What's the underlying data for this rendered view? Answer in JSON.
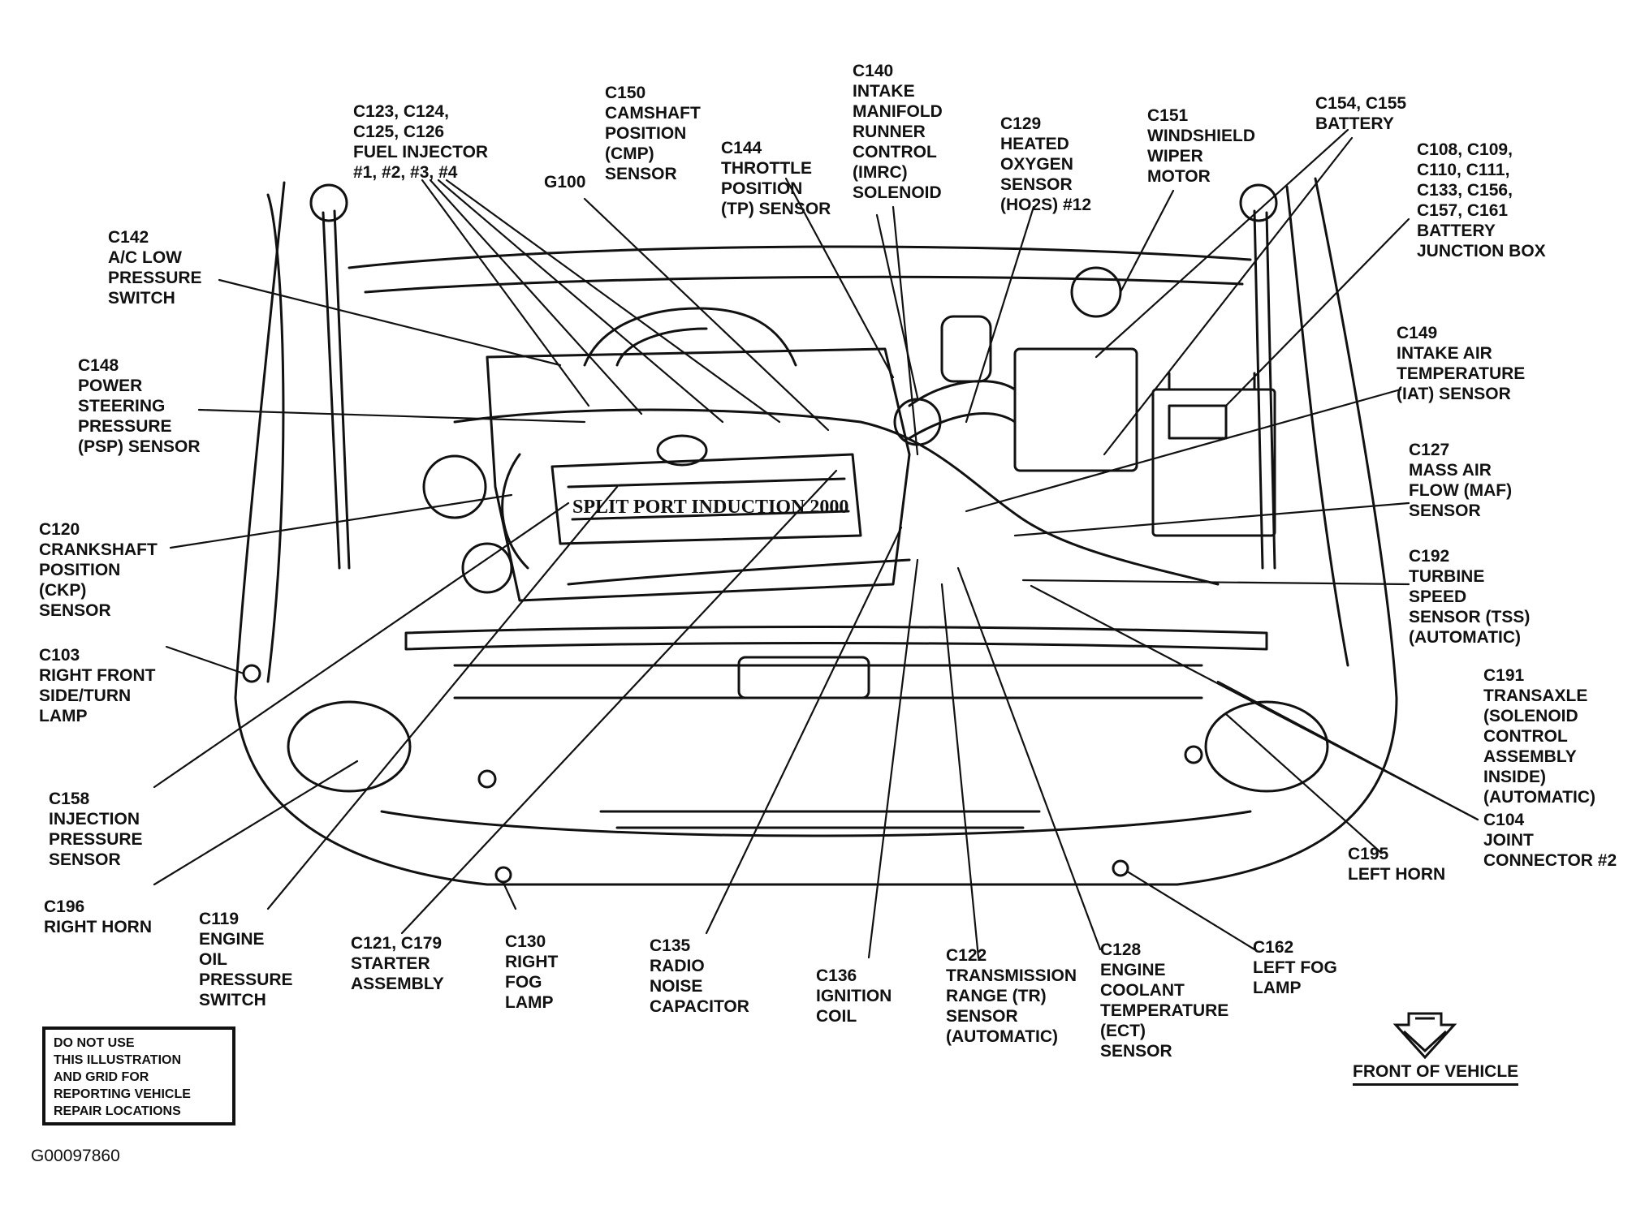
{
  "labels": {
    "c123": [
      "C123, C124,",
      "C125, C126",
      "FUEL INJECTOR",
      "#1, #2, #3, #4"
    ],
    "c150": [
      "C150",
      "CAMSHAFT",
      "POSITION",
      "(CMP)",
      "SENSOR"
    ],
    "g100": [
      "G100"
    ],
    "c144": [
      "C144",
      "THROTTLE",
      "POSITION",
      "(TP) SENSOR"
    ],
    "c140": [
      "C140",
      "INTAKE",
      "MANIFOLD",
      "RUNNER",
      "CONTROL",
      "(IMRC)",
      "SOLENOID"
    ],
    "c129": [
      "C129",
      "HEATED",
      "OXYGEN",
      "SENSOR",
      "(HO2S) #12"
    ],
    "c151": [
      "C151",
      "WINDSHIELD",
      "WIPER",
      "MOTOR"
    ],
    "c154": [
      "C154, C155",
      "BATTERY"
    ],
    "c108": [
      "C108, C109,",
      "C110, C111,",
      "C133, C156,",
      "C157, C161",
      "BATTERY",
      "JUNCTION BOX"
    ],
    "c142": [
      "C142",
      "A/C LOW",
      "PRESSURE",
      "SWITCH"
    ],
    "c148": [
      "C148",
      "POWER",
      "STEERING",
      "PRESSURE",
      "(PSP) SENSOR"
    ],
    "c149": [
      "C149",
      "INTAKE AIR",
      "TEMPERATURE",
      "(IAT) SENSOR"
    ],
    "c127": [
      "C127",
      "MASS AIR",
      "FLOW (MAF)",
      "SENSOR"
    ],
    "c120": [
      "C120",
      "CRANKSHAFT",
      "POSITION",
      "(CKP)",
      "SENSOR"
    ],
    "c192": [
      "C192",
      "TURBINE",
      "SPEED",
      "SENSOR (TSS)",
      "(AUTOMATIC)"
    ],
    "c103": [
      "C103",
      "RIGHT FRONT",
      "SIDE/TURN",
      "LAMP"
    ],
    "c191": [
      "C191",
      "TRANSAXLE",
      "(SOLENOID",
      "CONTROL",
      "ASSEMBLY",
      "INSIDE)",
      "(AUTOMATIC)"
    ],
    "c158": [
      "C158",
      "INJECTION",
      "PRESSURE",
      "SENSOR"
    ],
    "c104": [
      "C104",
      "JOINT",
      "CONNECTOR #2"
    ],
    "c195": [
      "C195",
      "LEFT HORN"
    ],
    "c196": [
      "C196",
      "RIGHT HORN"
    ],
    "c119": [
      "C119",
      "ENGINE",
      "OIL",
      "PRESSURE",
      "SWITCH"
    ],
    "c121": [
      "C121, C179",
      "STARTER",
      "ASSEMBLY"
    ],
    "c130": [
      "C130",
      "RIGHT",
      "FOG",
      "LAMP"
    ],
    "c135": [
      "C135",
      "RADIO",
      "NOISE",
      "CAPACITOR"
    ],
    "c136": [
      "C136",
      "IGNITION",
      "COIL"
    ],
    "c122": [
      "C122",
      "TRANSMISSION",
      "RANGE (TR)",
      "SENSOR",
      "(AUTOMATIC)"
    ],
    "c128": [
      "C128",
      "ENGINE",
      "COOLANT",
      "TEMPERATURE",
      "(ECT)",
      "SENSOR"
    ],
    "c162": [
      "C162",
      "LEFT FOG",
      "LAMP"
    ]
  },
  "disclaimer": [
    "DO NOT USE",
    "THIS  ILLUSTRATION",
    "AND GRID FOR",
    "REPORTING VEHICLE",
    "REPAIR  LOCATIONS"
  ],
  "front_of_vehicle": "FRONT OF VEHICLE",
  "figure_id": "G00097860",
  "engine_plate": "SPLIT PORT INDUCTION 2000"
}
